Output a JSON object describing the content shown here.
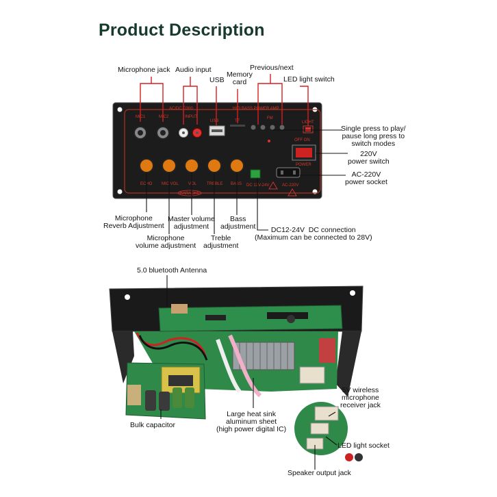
{
  "title": "Product Description",
  "top_panel": {
    "panel_model": "AC/DC D300",
    "panel_header": "HIFI  BASS  POWER AMP",
    "knob_labels": [
      "ECHO",
      "MIC VOL",
      "VOL",
      "TREBLE",
      "BASS"
    ],
    "jack_labels": [
      "MIC1",
      "MIC2",
      "INPUT"
    ],
    "usb_label": "USB",
    "tf_label": "TF",
    "light_label": "LIGHT",
    "power_label": "POWER",
    "off_on": "OFF ON",
    "dc_label": "DC 12V-24V",
    "ac_label": "AC-220V",
    "karaoke_label": "KARAOKE",
    "fm_label": "FM",
    "callouts": {
      "microphone_jack": "Microphone jack",
      "audio_input": "Audio input",
      "usb": "USB",
      "memory_card": "Memory\ncard",
      "previous_next": "Previous/next",
      "led_light_switch": "LED light switch",
      "single_press": "Single press to play/\npause long press to\nswitch modes",
      "power_switch": "220V\npower switch",
      "power_socket": "AC-220V\npower socket",
      "reverb": "Microphone\nReverb Adjustment",
      "mic_volume": "Microphone\nvolume adjustment",
      "master_volume": "Master volume\nadjustment",
      "treble": "Treble\nadjustment",
      "bass": "Bass\nadjustment",
      "dc_connection": "DC12-24V  DC connection\n(Maximum can be connected to 28V)"
    }
  },
  "bottom_panel": {
    "callouts": {
      "antenna": "5.0 bluetooth Antenna",
      "bulk_capacitor": "Bulk capacitor",
      "heat_sink": "Large heat sink\naluminum sheet\n(high power digital IC)",
      "wireless_jack": "5V wireless\nmicrophone\nreceiver jack",
      "led_socket": "LED light socket",
      "speaker_jack": "Speaker output jack"
    }
  },
  "colors": {
    "title": "#173a2c",
    "callout_line": "#d42020",
    "panel": "#1a1a1a",
    "board": "#2f8a4a",
    "knob": "#e07a10"
  }
}
